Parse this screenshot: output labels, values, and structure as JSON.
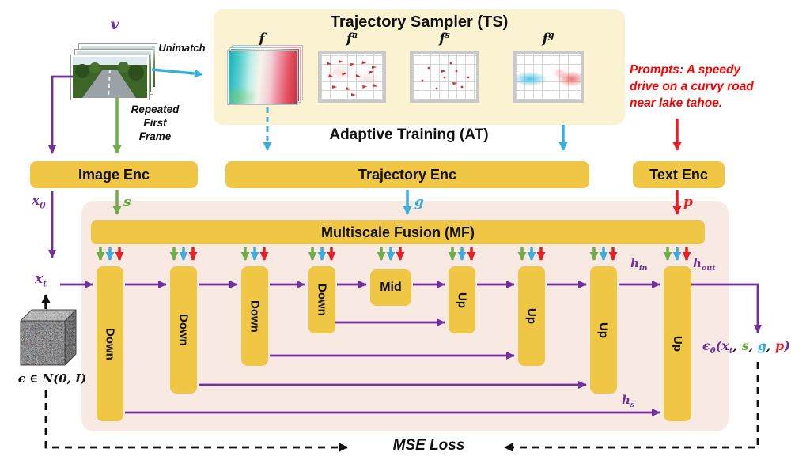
{
  "ts": {
    "title": "Trajectory Sampler (TS)"
  },
  "at_label": "Adaptive Training (AT)",
  "video": {
    "symbol": "v"
  },
  "unimatch": "Unimatch",
  "repeated_frame": {
    "line1": "Repeated",
    "line2": "First",
    "line3": "Frame"
  },
  "flow": {
    "f": {
      "base": "f",
      "sup": ""
    },
    "fa": {
      "base": "f",
      "sup": "a"
    },
    "fs": {
      "base": "f",
      "sup": "s"
    },
    "fg": {
      "base": "f",
      "sup": "g"
    }
  },
  "prompts": {
    "line1": "Prompts: A speedy",
    "line2": "drive on a curvy road",
    "line3": "near lake tahoe."
  },
  "encoders": {
    "image": "Image Enc",
    "trajectory": "Trajectory Enc",
    "text": "Text Enc"
  },
  "mf": {
    "title": "Multiscale Fusion (MF)"
  },
  "sym": {
    "x0": {
      "base": "x",
      "sub": "0"
    },
    "xt": {
      "base": "x",
      "sub": "t"
    },
    "s": "s",
    "g": "g",
    "p": "p",
    "hin": {
      "base": "h",
      "sub": "in"
    },
    "hout": {
      "base": "h",
      "sub": "out"
    },
    "hs": {
      "base": "h",
      "sub": "s"
    }
  },
  "unet": {
    "blocks": [
      "Down",
      "Down",
      "Down",
      "Down",
      "Mid",
      "Up",
      "Up",
      "Up",
      "Up"
    ]
  },
  "noise": {
    "label": "ϵ ∈ N(0, I)"
  },
  "output": {
    "eps": "ϵ",
    "theta": "θ",
    "open_x": "(x",
    "sub_t": "t",
    "sep1": ", ",
    "s": "s",
    "sep2": ", ",
    "g": "g",
    "sep3": ", ",
    "p": "p",
    "close": ")"
  },
  "loss": {
    "label": "MSE Loss"
  },
  "colors": {
    "gold": "#F0C645",
    "cream": "#FBF2D2",
    "pink": "#F8E9E2",
    "purple": "#7030A0",
    "green": "#6FAD47",
    "cyan": "#3BAEE0",
    "red": "#ED1C24"
  }
}
